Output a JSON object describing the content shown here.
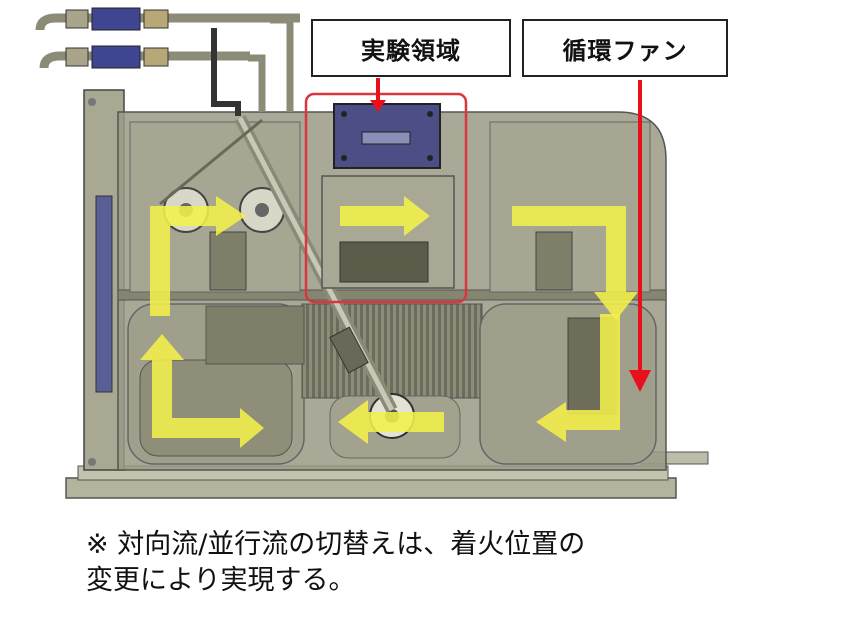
{
  "labels": {
    "experiment_area": "実験領域",
    "circulation_fan": "循環ファン"
  },
  "note": {
    "line1": "※ 対向流/並行流の切替えは、着火位置の",
    "line2": "変更により実現する。"
  },
  "colors": {
    "flow_arrow": "#f3f04a",
    "highlight_box": "#d9363e",
    "fan_arrow": "#e8101a",
    "body_fill": "#9a9985",
    "chamber_fill": "#4b4f86"
  }
}
